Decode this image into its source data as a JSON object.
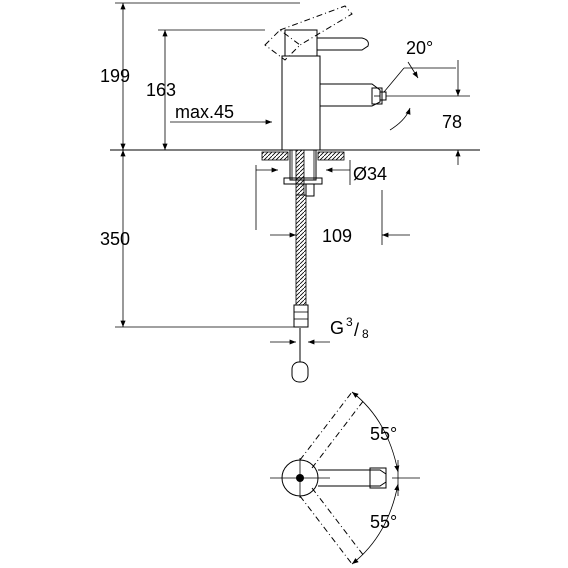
{
  "dimensions": {
    "overall_height": "199",
    "spout_height": "163",
    "max_thickness": "max.45",
    "angle_top": "20°",
    "spout_offset": "78",
    "hole_diameter": "Ø34",
    "hose_length": "350",
    "projection": "109",
    "thread_g": "G",
    "thread_num": "3",
    "thread_den": "8",
    "angle_upper": "55°",
    "angle_lower": "55°"
  }
}
